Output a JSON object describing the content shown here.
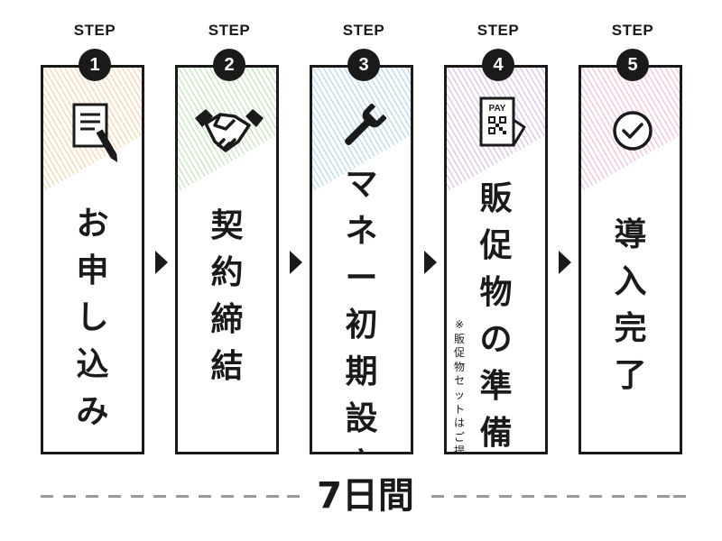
{
  "steps": [
    {
      "step_label": "STEP",
      "number": "1",
      "title": "お申し込み",
      "icon": "document-pen-icon",
      "tint": "#f6cf9a",
      "note": ""
    },
    {
      "step_label": "STEP",
      "number": "2",
      "title": "契約締結",
      "icon": "handshake-icon",
      "tint": "#b9e2ae",
      "note": ""
    },
    {
      "step_label": "STEP",
      "number": "3",
      "title": "マネー初期設定",
      "icon": "wrench-icon",
      "tint": "#a9d3ec",
      "note": ""
    },
    {
      "step_label": "STEP",
      "number": "4",
      "title": "販促物の準備",
      "icon": "pay-qr-card-icon",
      "tint": "#d2b7ea",
      "note": "※販促物セットはご提供可能",
      "icon_text": "PAY"
    },
    {
      "step_label": "STEP",
      "number": "5",
      "title": "導入完了",
      "icon": "check-circle-icon",
      "tint": "#f0b7d3",
      "note": ""
    }
  ],
  "duration": "7日間"
}
